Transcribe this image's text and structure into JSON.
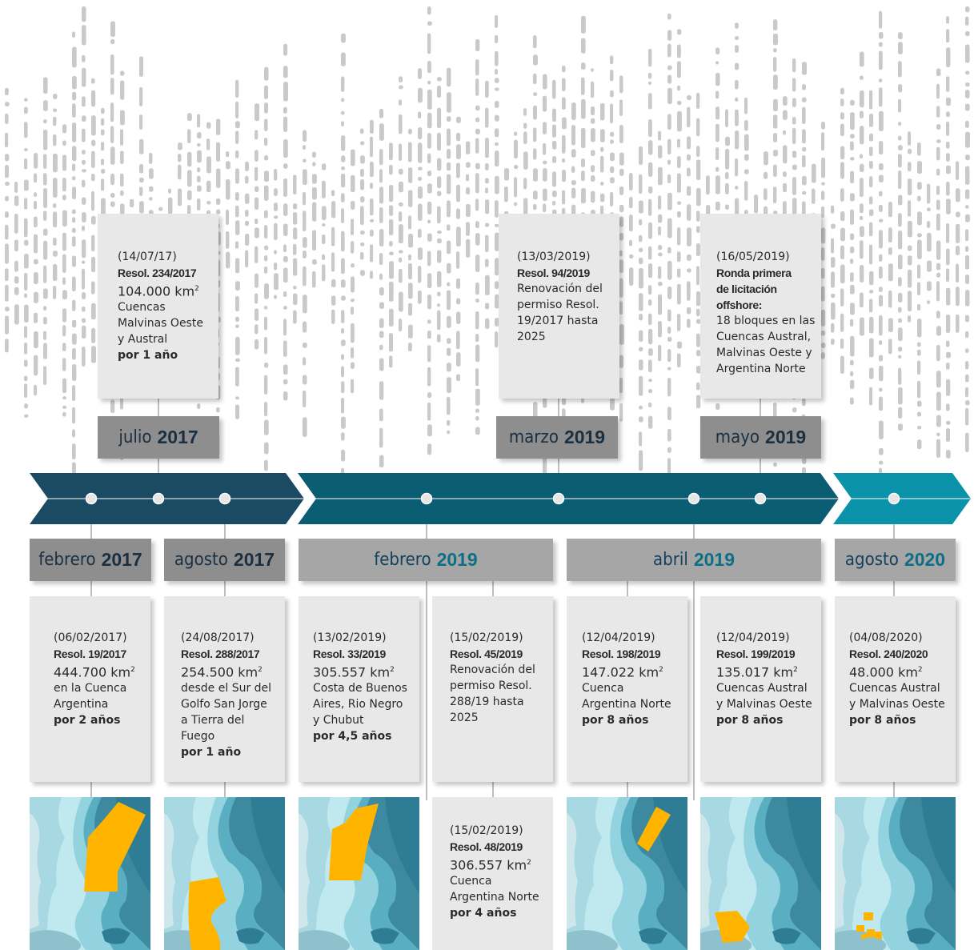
{
  "labels": {
    "top_jul2017": {
      "month": "julio",
      "year": "2017"
    },
    "top_mar2019": {
      "month": "marzo",
      "year": "2019"
    },
    "top_may2019": {
      "month": "mayo",
      "year": "2019"
    },
    "feb2017": {
      "month": "febrero",
      "year": "2017"
    },
    "ago2017": {
      "month": "agosto",
      "year": "2017"
    },
    "feb2019": {
      "month": "febrero",
      "year": "2019"
    },
    "abr2019": {
      "month": "abril",
      "year": "2019"
    },
    "ago2020": {
      "month": "agosto",
      "year": "2020"
    }
  },
  "cards": {
    "c234": {
      "date": "(14/07/17)",
      "resol": "Resol. 234/2017",
      "area": "104.000 km",
      "desc": [
        "Cuencas",
        "Malvinas Oeste",
        "y Austral"
      ],
      "term": "por 1 año"
    },
    "c94": {
      "date": "(13/03/2019)",
      "resol": "Resol. 94/2019",
      "desc": [
        "Renovación del",
        "permiso Resol.",
        "19/2017 hasta",
        "2025"
      ]
    },
    "cronda": {
      "date": "(16/05/2019)",
      "resol": [
        "Ronda primera",
        "de licitación",
        "offshore:"
      ],
      "desc": [
        "18 bloques en las",
        "Cuencas Austral,",
        "Malvinas Oeste y",
        "Argentina Norte"
      ]
    },
    "c19": {
      "date": "(06/02/2017)",
      "resol": "Resol. 19/2017",
      "area": "444.700 km",
      "desc": [
        "en la Cuenca",
        "Argentina"
      ],
      "term": "por 2 años"
    },
    "c288": {
      "date": "(24/08/2017)",
      "resol": "Resol. 288/2017",
      "area": "254.500 km",
      "desc": [
        "desde el Sur del",
        "Golfo San Jorge",
        "a Tierra del",
        "Fuego"
      ],
      "term": "por 1 año"
    },
    "c33": {
      "date": "(13/02/2019)",
      "resol": "Resol. 33/2019",
      "area": "305.557 km",
      "desc": [
        "Costa de Buenos",
        "Aires, Rio Negro",
        "y Chubut"
      ],
      "term": "por 4,5 años"
    },
    "c45": {
      "date": "(15/02/2019)",
      "resol": "Resol. 45/2019",
      "desc": [
        "Renovación del",
        "permiso Resol.",
        "288/19 hasta",
        "2025"
      ]
    },
    "c48": {
      "date": "(15/02/2019)",
      "resol": "Resol. 48/2019",
      "area": "306.557 km",
      "desc": [
        "Cuenca",
        "Argentina Norte"
      ],
      "term": "por 4 años"
    },
    "c198": {
      "date": "(12/04/2019)",
      "resol": "Resol. 198/2019",
      "area": "147.022 km",
      "desc": [
        "Cuenca",
        "Argentina Norte"
      ],
      "term": "por 8 años"
    },
    "c199": {
      "date": "(12/04/2019)",
      "resol": "Resol. 199/2019",
      "area": "135.017 km",
      "desc": [
        "Cuencas Austral",
        "y Malvinas Oeste"
      ],
      "term": "por 8 años"
    },
    "c240": {
      "date": "(04/08/2020)",
      "resol": "Resol. 240/2020",
      "area": "48.000 km",
      "desc": [
        "Cuencas Austral",
        "y Malvinas Oeste"
      ],
      "term": "por 8 años"
    }
  },
  "area_unit_exp": "2",
  "colors": {
    "arrow_dark": "#1b4a63",
    "arrow_mid": "#0b5d74",
    "arrow_light": "#0a93a8",
    "label_gray": "#8e8e8e",
    "card_gray": "#e8e8e8",
    "map_highlight": "#ffb400"
  }
}
